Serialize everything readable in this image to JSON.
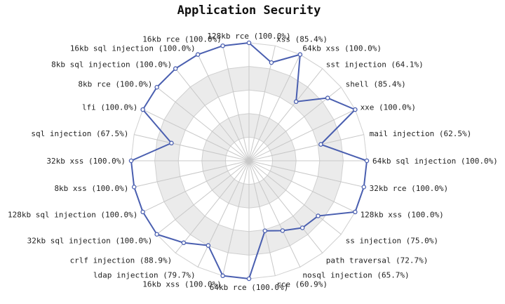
{
  "chart_data": {
    "type": "radar",
    "title": "Application Security",
    "rmax": 100,
    "rings": 5,
    "grid": true,
    "colors": {
      "series": "#4a5fb0",
      "band": "#ebebeb",
      "grid": "#d0d0d0"
    },
    "series": [
      {
        "points": [
          {
            "label": "128kb rce (100.0%)",
            "value": 100.0
          },
          {
            "label": "xss (85.4%)",
            "value": 85.4
          },
          {
            "label": "64kb xss (100.0%)",
            "value": 100.0
          },
          {
            "label": "sst injection (64.1%)",
            "value": 64.1
          },
          {
            "label": "shell (85.4%)",
            "value": 85.4
          },
          {
            "label": "xxe (100.0%)",
            "value": 100.0
          },
          {
            "label": "mail injection (62.5%)",
            "value": 62.5
          },
          {
            "label": "64kb sql injection (100.0%)",
            "value": 100.0
          },
          {
            "label": "32kb rce (100.0%)",
            "value": 100.0
          },
          {
            "label": "128kb xss (100.0%)",
            "value": 100.0
          },
          {
            "label": "ss injection (75.0%)",
            "value": 75.0
          },
          {
            "label": "path traversal (72.7%)",
            "value": 72.7
          },
          {
            "label": "nosql injection (65.7%)",
            "value": 65.7
          },
          {
            "label": "rce (60.9%)",
            "value": 60.9
          },
          {
            "label": "64kb rce (100.0%)",
            "value": 100.0
          },
          {
            "label": "16kb xss (100.0%)",
            "value": 100.0
          },
          {
            "label": "ldap injection (79.7%)",
            "value": 79.7
          },
          {
            "label": "crlf injection (88.9%)",
            "value": 88.9
          },
          {
            "label": "32kb sql injection (100.0%)",
            "value": 100.0
          },
          {
            "label": "128kb sql injection (100.0%)",
            "value": 100.0
          },
          {
            "label": "8kb xss (100.0%)",
            "value": 100.0
          },
          {
            "label": "32kb xss (100.0%)",
            "value": 100.0
          },
          {
            "label": "sql injection (67.5%)",
            "value": 67.5
          },
          {
            "label": "lfi (100.0%)",
            "value": 100.0
          },
          {
            "label": "8kb rce (100.0%)",
            "value": 100.0
          },
          {
            "label": "8kb sql injection (100.0%)",
            "value": 100.0
          },
          {
            "label": "16kb sql injection (100.0%)",
            "value": 100.0
          },
          {
            "label": "16kb rce (100.0%)",
            "value": 100.0
          }
        ]
      }
    ]
  }
}
